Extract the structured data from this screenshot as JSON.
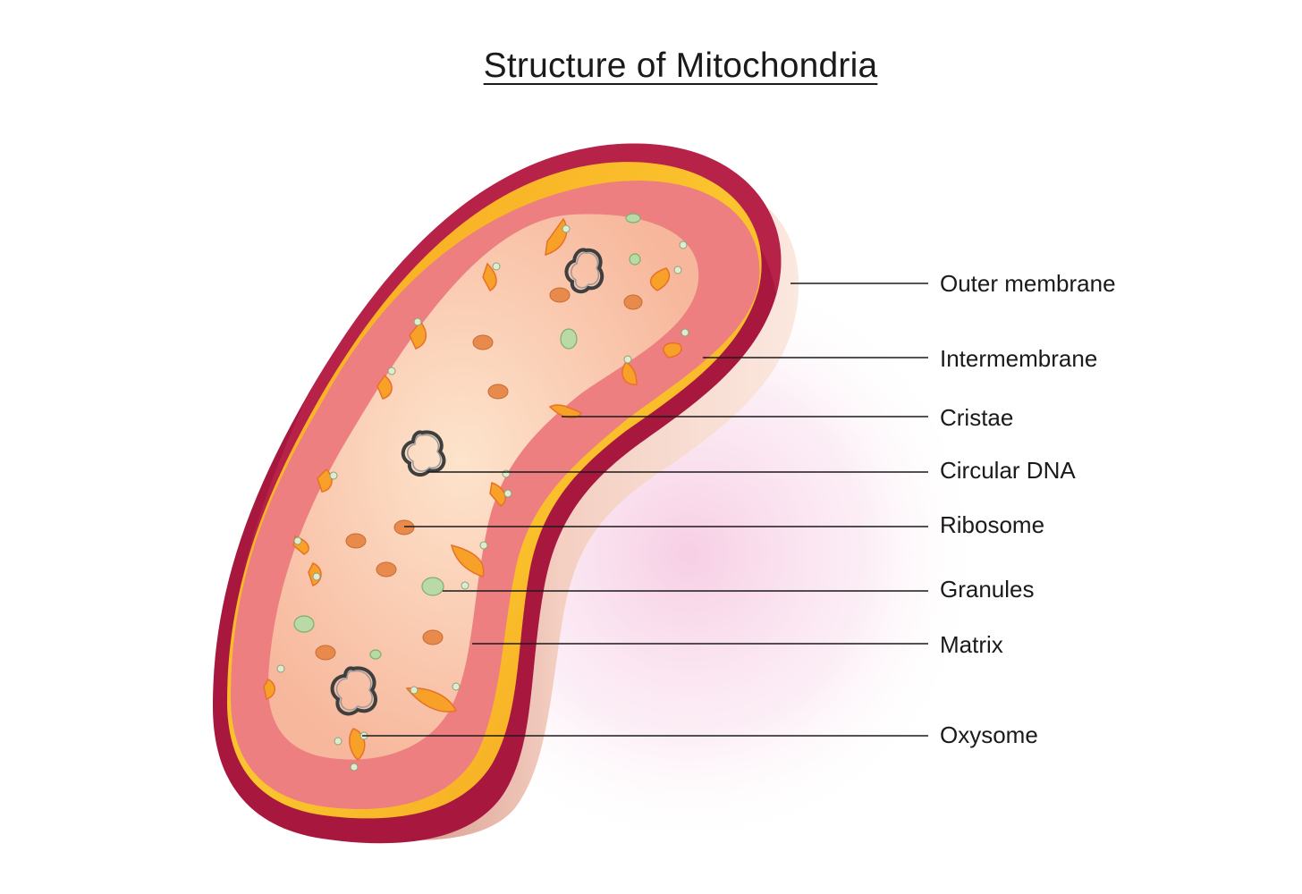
{
  "title": "Structure of Mitochondria",
  "labels": {
    "outer_membrane": "Outer membrane",
    "intermembrane": "Intermembrane",
    "cristae": "Cristae",
    "circular_dna": "Circular DNA",
    "ribosome": "Ribosome",
    "granules": "Granules",
    "matrix": "Matrix",
    "oxysome": "Oxysome"
  },
  "colors": {
    "outer_membrane": "#a8183e",
    "intermembrane": "#f7b220",
    "cristae": "#ee7f80",
    "matrix": "#fbd8bd",
    "ribosome": "#e98a4d",
    "granule": "#b9d9a6",
    "dna": "#4a4a4a",
    "leader_line": "#1a1a1a"
  }
}
